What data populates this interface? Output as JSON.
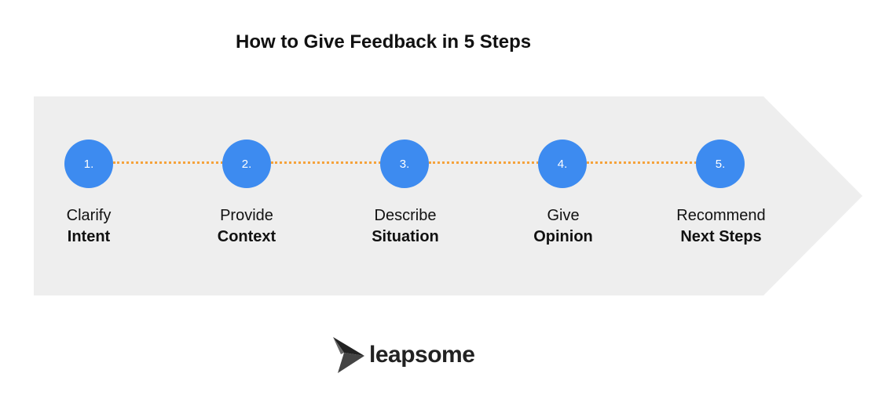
{
  "title": "How to Give Feedback in 5 Steps",
  "colors": {
    "arrow_fill": "#eeeeee",
    "circle": "#3d8bf0",
    "connector": "#f5a23a"
  },
  "steps": [
    {
      "number": "1.",
      "line1": "Clarify",
      "line2": "Intent"
    },
    {
      "number": "2.",
      "line1": "Provide",
      "line2": "Context"
    },
    {
      "number": "3.",
      "line1": "Describe",
      "line2": "Situation"
    },
    {
      "number": "4.",
      "line1": "Give",
      "line2": "Opinion"
    },
    {
      "number": "5.",
      "line1": "Recommend",
      "line2": "Next Steps"
    }
  ],
  "logo": {
    "text": "leapsome",
    "icon": "bird-arrow-icon"
  }
}
